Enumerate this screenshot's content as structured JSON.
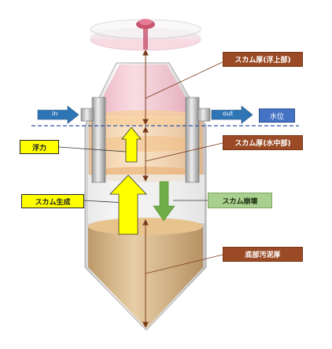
{
  "labels": {
    "scum_top": "スカム厚(浮上部)",
    "scum_water": "スカム厚(水中部)",
    "bottom_sludge": "底部汚泥厚",
    "buoyancy": "浮力",
    "scum_generation": "スカム生成",
    "scum_collapse": "スカム崩壊",
    "water_level": "水位",
    "inlet": "in",
    "outlet": "out"
  },
  "colors": {
    "label_brown": "#9a4b26",
    "highlight_yellow": "#ffff00",
    "collapse_green": "#a9d08e",
    "flow_blue": "#2e75b6",
    "water_level_line": "#2f52a0",
    "scum_top_pink": "#f2b8c8",
    "scum_layer_orange": "#f6c98e",
    "sludge_tan": "#c9a777"
  }
}
